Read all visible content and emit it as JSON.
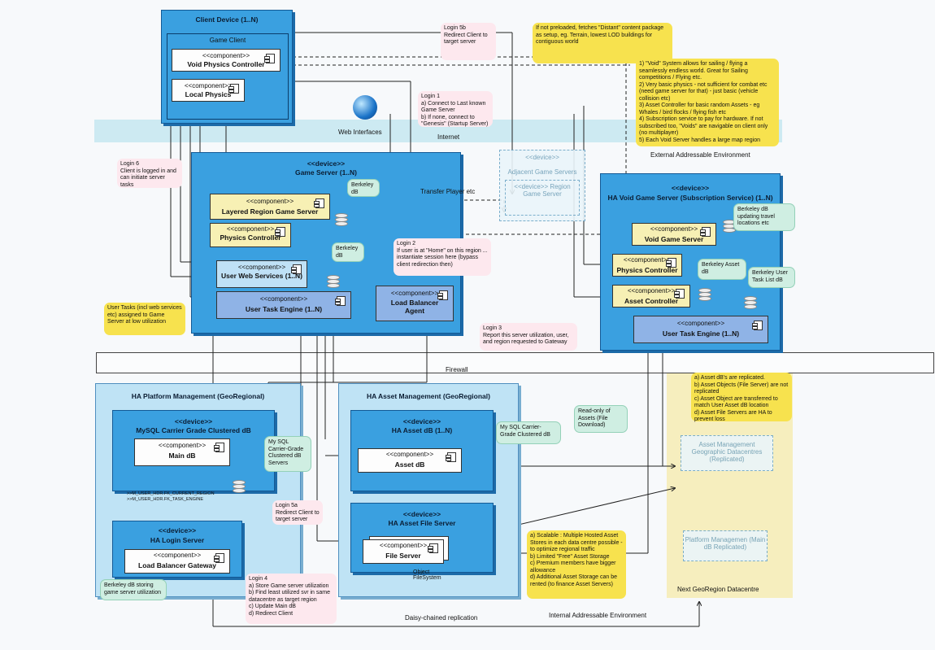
{
  "bands": {
    "internet": "Internet",
    "firewall": "Firewall"
  },
  "web_interfaces": "Web Interfaces",
  "environments": {
    "external": "External Addressable Environment",
    "internal": "Internal Addressable Environment",
    "next_region": "Next GeoRegion Datacentre",
    "daisy": "Daisy-chained replication"
  },
  "client": {
    "title": "Client Device (1..N)",
    "package": "Game Client",
    "void_physics": {
      "stereo": "<<component>>",
      "name": "Void Physics Controller"
    },
    "local_physics": {
      "stereo": "<<component>>",
      "name": "Local Physics"
    }
  },
  "game_server": {
    "stereo": "<<device>>",
    "title": "Game Server (1..N)",
    "layered": {
      "stereo": "<<component>>",
      "name": "Layered Region Game Server"
    },
    "physics": {
      "stereo": "<<component>>",
      "name": "Physics Controller"
    },
    "web_services": {
      "stereo": "<<component>>",
      "name": "User Web Services (1..N)"
    },
    "task_engine": {
      "stereo": "<<component>>",
      "name": "User Task Engine (1..N)"
    },
    "lb_agent": {
      "stereo": "<<component>>",
      "name": "Load Balancer Agent"
    }
  },
  "adjacent": {
    "stereo": "<<device>>",
    "title": "Adjacent Game Servers",
    "inner": "<<device>> Region Game Server"
  },
  "void_server": {
    "stereo": "<<device>>",
    "title": "HA Void Game Server (Subscription Service) (1..N)",
    "void_game": {
      "stereo": "<<component>>",
      "name": "Void Game Server"
    },
    "physics": {
      "stereo": "<<component>>",
      "name": "Physics Controller"
    },
    "asset": {
      "stereo": "<<component>>",
      "name": "Asset Controller"
    },
    "task_engine": {
      "stereo": "<<component>>",
      "name": "User Task Engine (1..N)"
    }
  },
  "platform": {
    "title": "HA Platform Management (GeoRegional)",
    "mysql": {
      "stereo": "<<device>>",
      "title": "MySQL Carrier Grade Clustered dB",
      "main": {
        "stereo": "<<component>>",
        "name": "Main dB"
      }
    },
    "login": {
      "stereo": "<<device>>",
      "title": "HA Login Server",
      "gateway": {
        "stereo": "<<component>>",
        "name": "Load Balancer Gateway"
      }
    },
    "schema": ">>M_USER_HDR.FK_CURRENT_REGION\n>>M_USER_HDR.FK_TASK_ENGINE"
  },
  "asset_mgmt": {
    "title": "HA Asset Management (GeoRegional)",
    "asset_db": {
      "stereo": "<<device>>",
      "title": "HA Asset dB (1..N)",
      "comp": {
        "stereo": "<<component>>",
        "name": "Asset dB"
      }
    },
    "file_server": {
      "stereo": "<<device>>",
      "title": "HA Asset File Server",
      "comp": {
        "stereo": "<<component>>",
        "name": "File Server"
      }
    },
    "object_fs": "Object FileSystem"
  },
  "replicated": {
    "asset_geo": "Asset Management Geographic Datacentres (Replicated)",
    "platform": "Platform Managemen (Main dB Replicated)"
  },
  "notes": {
    "preload": "If not preloaded, fetches \"Distant\" content package as setup, eg. Terrain, lowest LOD buildings for contiguous world",
    "void_info": "1) \"Void\" System allows for sailing / flying a seamlessly endless world. Great for Sailing competitions / Flying etc.\n2) Very basic physics - not sufficient for combat etc (need game server for that) - just basic (vehicle collision etc)\n3) Asset Controller for basic random Assets - eg Whales / bird flocks / flying fish etc\n4) Subscription service to pay for hardware. If not subscribed too, \"Voids\" are navigable on client only (no multiplayer)\n5) Each Void Server handles a large map region",
    "user_tasks": "User Tasks (incl web services etc) assigned to Game Server at low utilization",
    "assets_repl": "a) Asset dB's are replicated.\nb) Asset Objects (File Server) are not replicated\nc) Asset Object are transferred to match User Asset dB location\nd) Asset File Servers are HA to prevent loss",
    "scalable": "a) Scalable : Multiple Hosted Asset Stores in each data centre possible - to optimize regional traffic\nb) Limited \"Free\" Asset Storage\nc) Premium members have bigger allowance\nd) Additional Asset Storage can be rented (to finance Asset Servers)",
    "bdb1": "Berkeley dB",
    "bdb2": "Berkeley dB",
    "bdb_travel": "Berkeley dB updating travel locations etc",
    "bdb_asset": "Berkeley Asset dB",
    "bdb_user": "Berkeley User Task List dB",
    "mysql_cg": "My SQL Carrier-Grade Clustered dB Servers",
    "mysql_cg2": "My SQL Carrier-Grade Clustered dB",
    "readonly": "Read-only of Assets (File Download)",
    "bdb_login": "Berkeley dB storing game server utilization"
  },
  "logins": {
    "l5b": "Login 5b\nRedirect Client to target server",
    "l1": "Login 1\na) Connect to Last known Game Server\nb) If none, connect to \"Genesis\" (Startup Server)",
    "l6": "Login 6\nClient is logged in and can initiate server tasks",
    "l2": "Login 2\nIf user is at \"Home\" on this region ... instantiate session here (bypass client redirection then)",
    "l3": "Login 3\nReport this server utilization, user, and region requested to Gateway",
    "l5a": "Login 5a\nRedirect Client to target server",
    "l4": "Login 4\na) Store Game server utilization\nb) Find least utilized svr in same datacentre as target region\nc) Update Main dB\nd) Redirect Client"
  },
  "transfer": "Transfer Player etc"
}
